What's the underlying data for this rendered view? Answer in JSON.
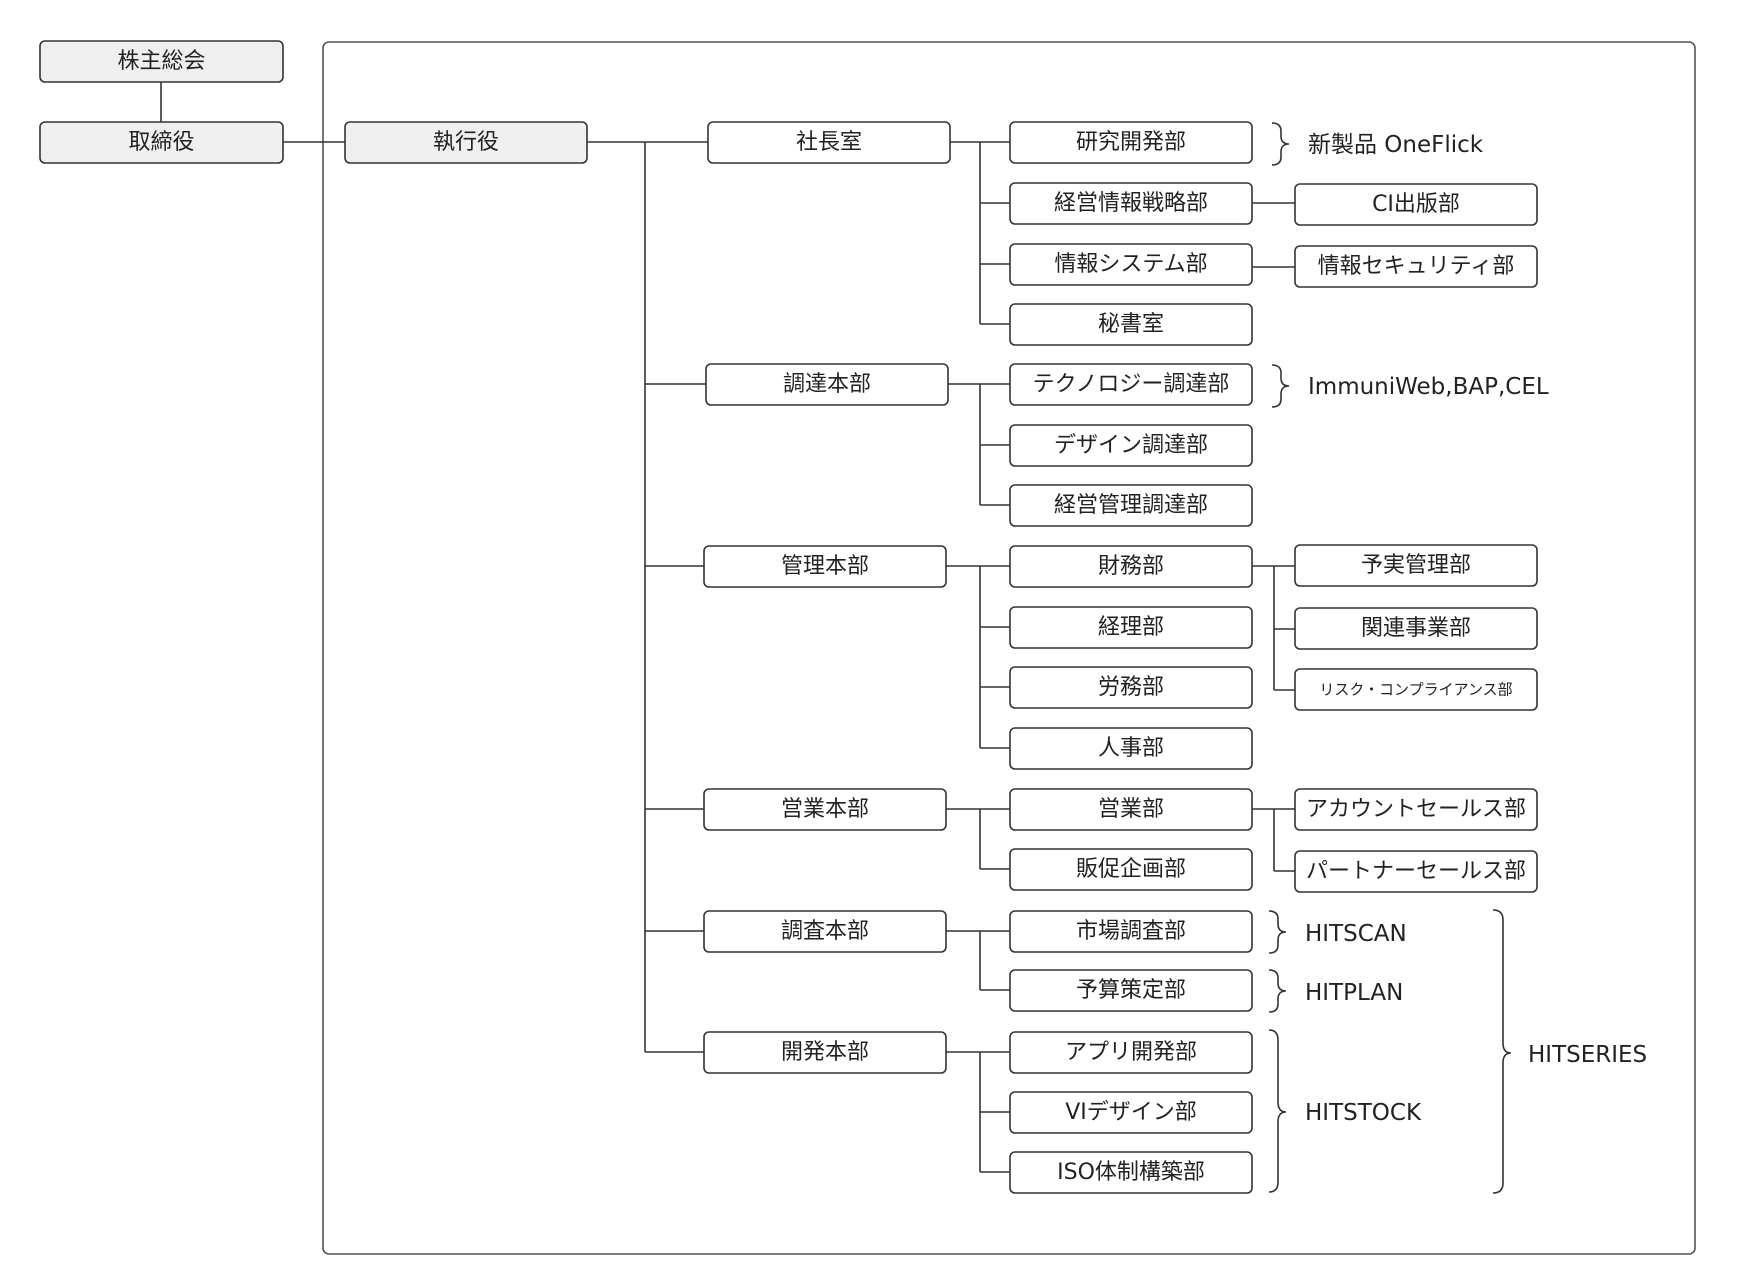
{
  "top_nodes": {
    "shareholders": "株主総会",
    "board": "取締役",
    "executive": "執行役"
  },
  "divisions": [
    {
      "label": "社長室",
      "departments": [
        "研究開発部",
        "経営情報戦略部",
        "情報システム部",
        "秘書室"
      ],
      "sub_departments": [
        "CI出版部",
        "情報セキュリティ部"
      ]
    },
    {
      "label": "調達本部",
      "departments": [
        "テクノロジー調達部",
        "デザイン調達部",
        "経営管理調達部"
      ]
    },
    {
      "label": "管理本部",
      "departments": [
        "財務部",
        "経理部",
        "労務部",
        "人事部"
      ],
      "sub_departments": [
        "予実管理部",
        "関連事業部",
        "リスク・コンプライアンス部"
      ]
    },
    {
      "label": "営業本部",
      "departments": [
        "営業部",
        "販促企画部"
      ],
      "sub_departments": [
        "アカウントセールス部",
        "パートナーセールス部"
      ]
    },
    {
      "label": "調査本部",
      "departments": [
        "市場調査部",
        "予算策定部"
      ]
    },
    {
      "label": "開発本部",
      "departments": [
        "アプリ開発部",
        "VIデザイン部",
        "ISO体制構築部"
      ]
    }
  ],
  "notes": {
    "oneflick": "新製品 OneFlick",
    "immuniweb": "ImmuniWeb,BAP,CEL",
    "hitscan": "HITSCAN",
    "hitplan": "HITPLAN",
    "hitstock": "HITSTOCK",
    "hitseries": "HITSERIES"
  },
  "colors": {
    "top_box_fill": "#efefef",
    "box_fill": "#ffffff",
    "line": "#333333"
  }
}
